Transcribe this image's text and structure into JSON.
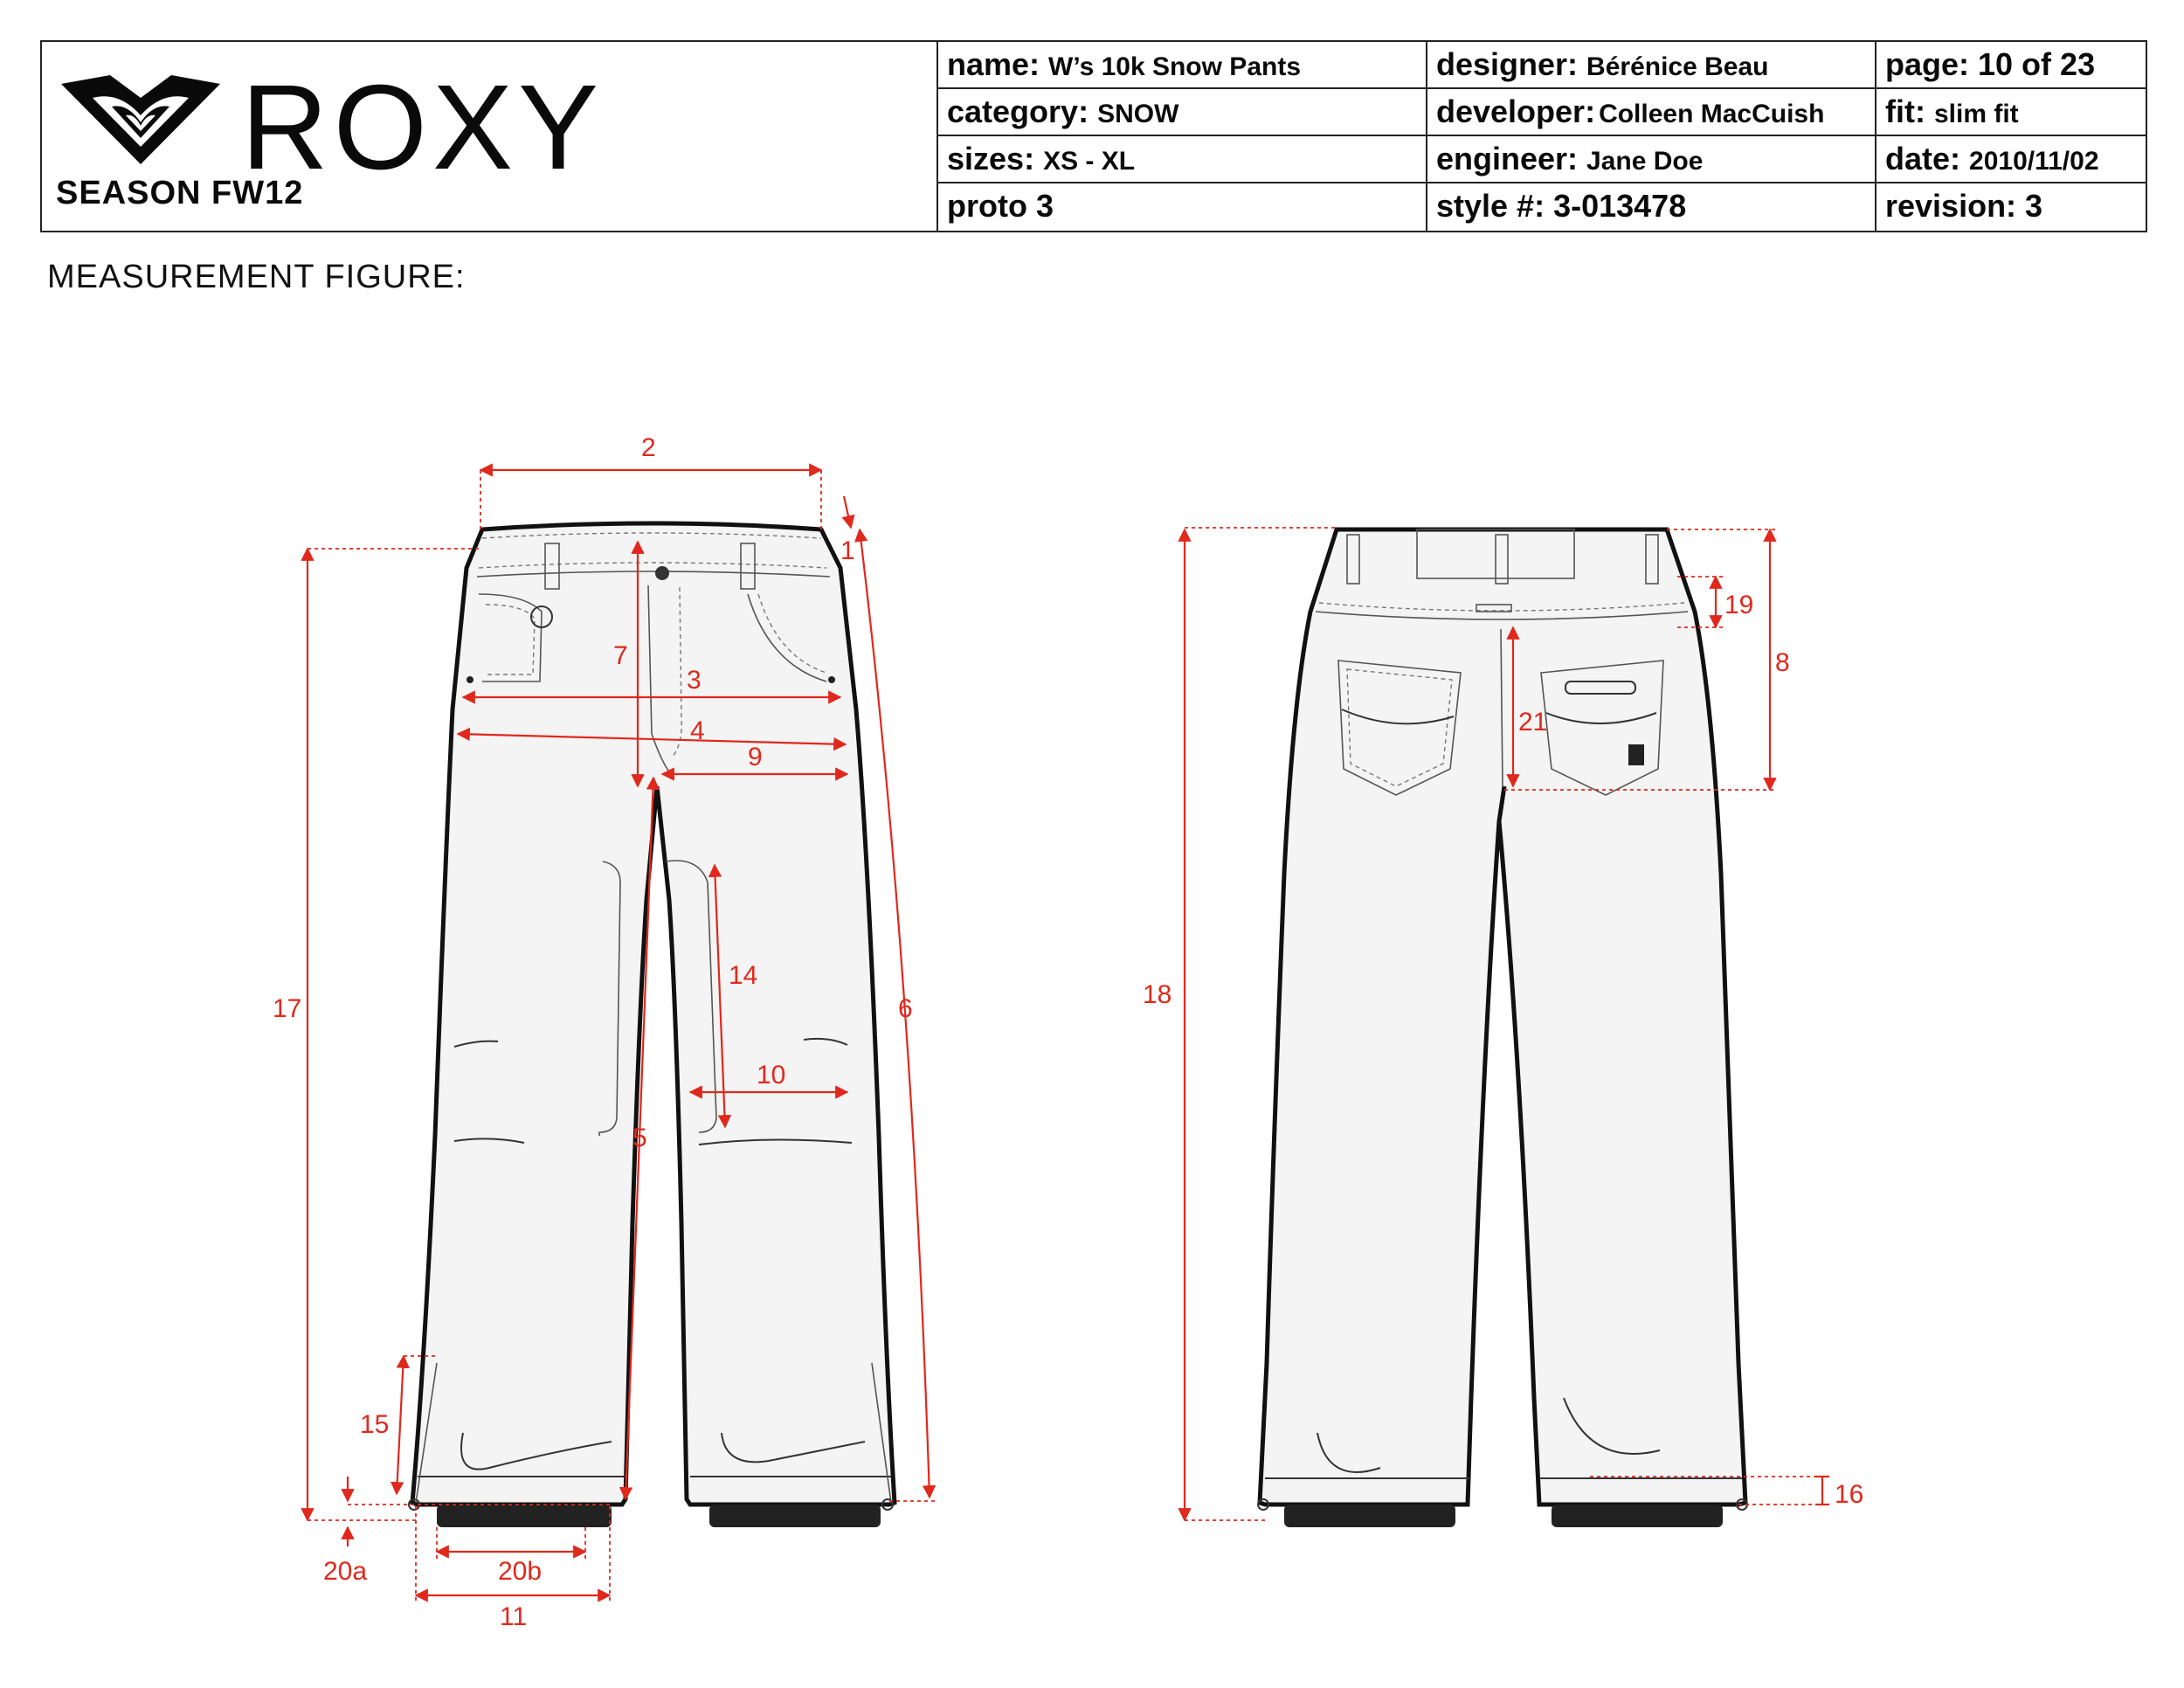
{
  "brand": {
    "logo_icon": "roxy-heart-logo-icon",
    "wordmark": "ROXY",
    "season": "SEASON FW12"
  },
  "spec": {
    "name_label": "name:",
    "name": "W’s 10k Snow Pants",
    "category_label": "category:",
    "category": "SNOW",
    "sizes_label": "sizes:",
    "sizes": "XS - XL",
    "proto_label": "proto",
    "proto": "3",
    "designer_label": "designer:",
    "designer": "Bérénice Beau",
    "developer_label": "developer:",
    "developer": "Colleen MacCuish",
    "engineer_label": "engineer:",
    "engineer": "Jane Doe",
    "style_label": "style #:",
    "style": "3-013478",
    "page_label": "page:",
    "page": "10 of 23",
    "fit_label": "fit:",
    "fit": "slim fit",
    "date_label": "date:",
    "date": "2010/11/02",
    "revision_label": "revision:",
    "revision": "3"
  },
  "figure_title": "MEASUREMENT FIGURE:",
  "front_measurements": {
    "m1": "1",
    "m2": "2",
    "m3": "3",
    "m4": "4",
    "m5": "5",
    "m6": "6",
    "m7": "7",
    "m9": "9",
    "m10": "10",
    "m11": "11",
    "m14": "14",
    "m15": "15",
    "m17": "17",
    "m20a": "20a",
    "m20b": "20b"
  },
  "back_measurements": {
    "m8": "8",
    "m16": "16",
    "m18": "18",
    "m19": "19",
    "m21": "21"
  },
  "colors": {
    "measure": "#e0281c",
    "outline": "#111111",
    "fill": "#f4f4f4"
  }
}
